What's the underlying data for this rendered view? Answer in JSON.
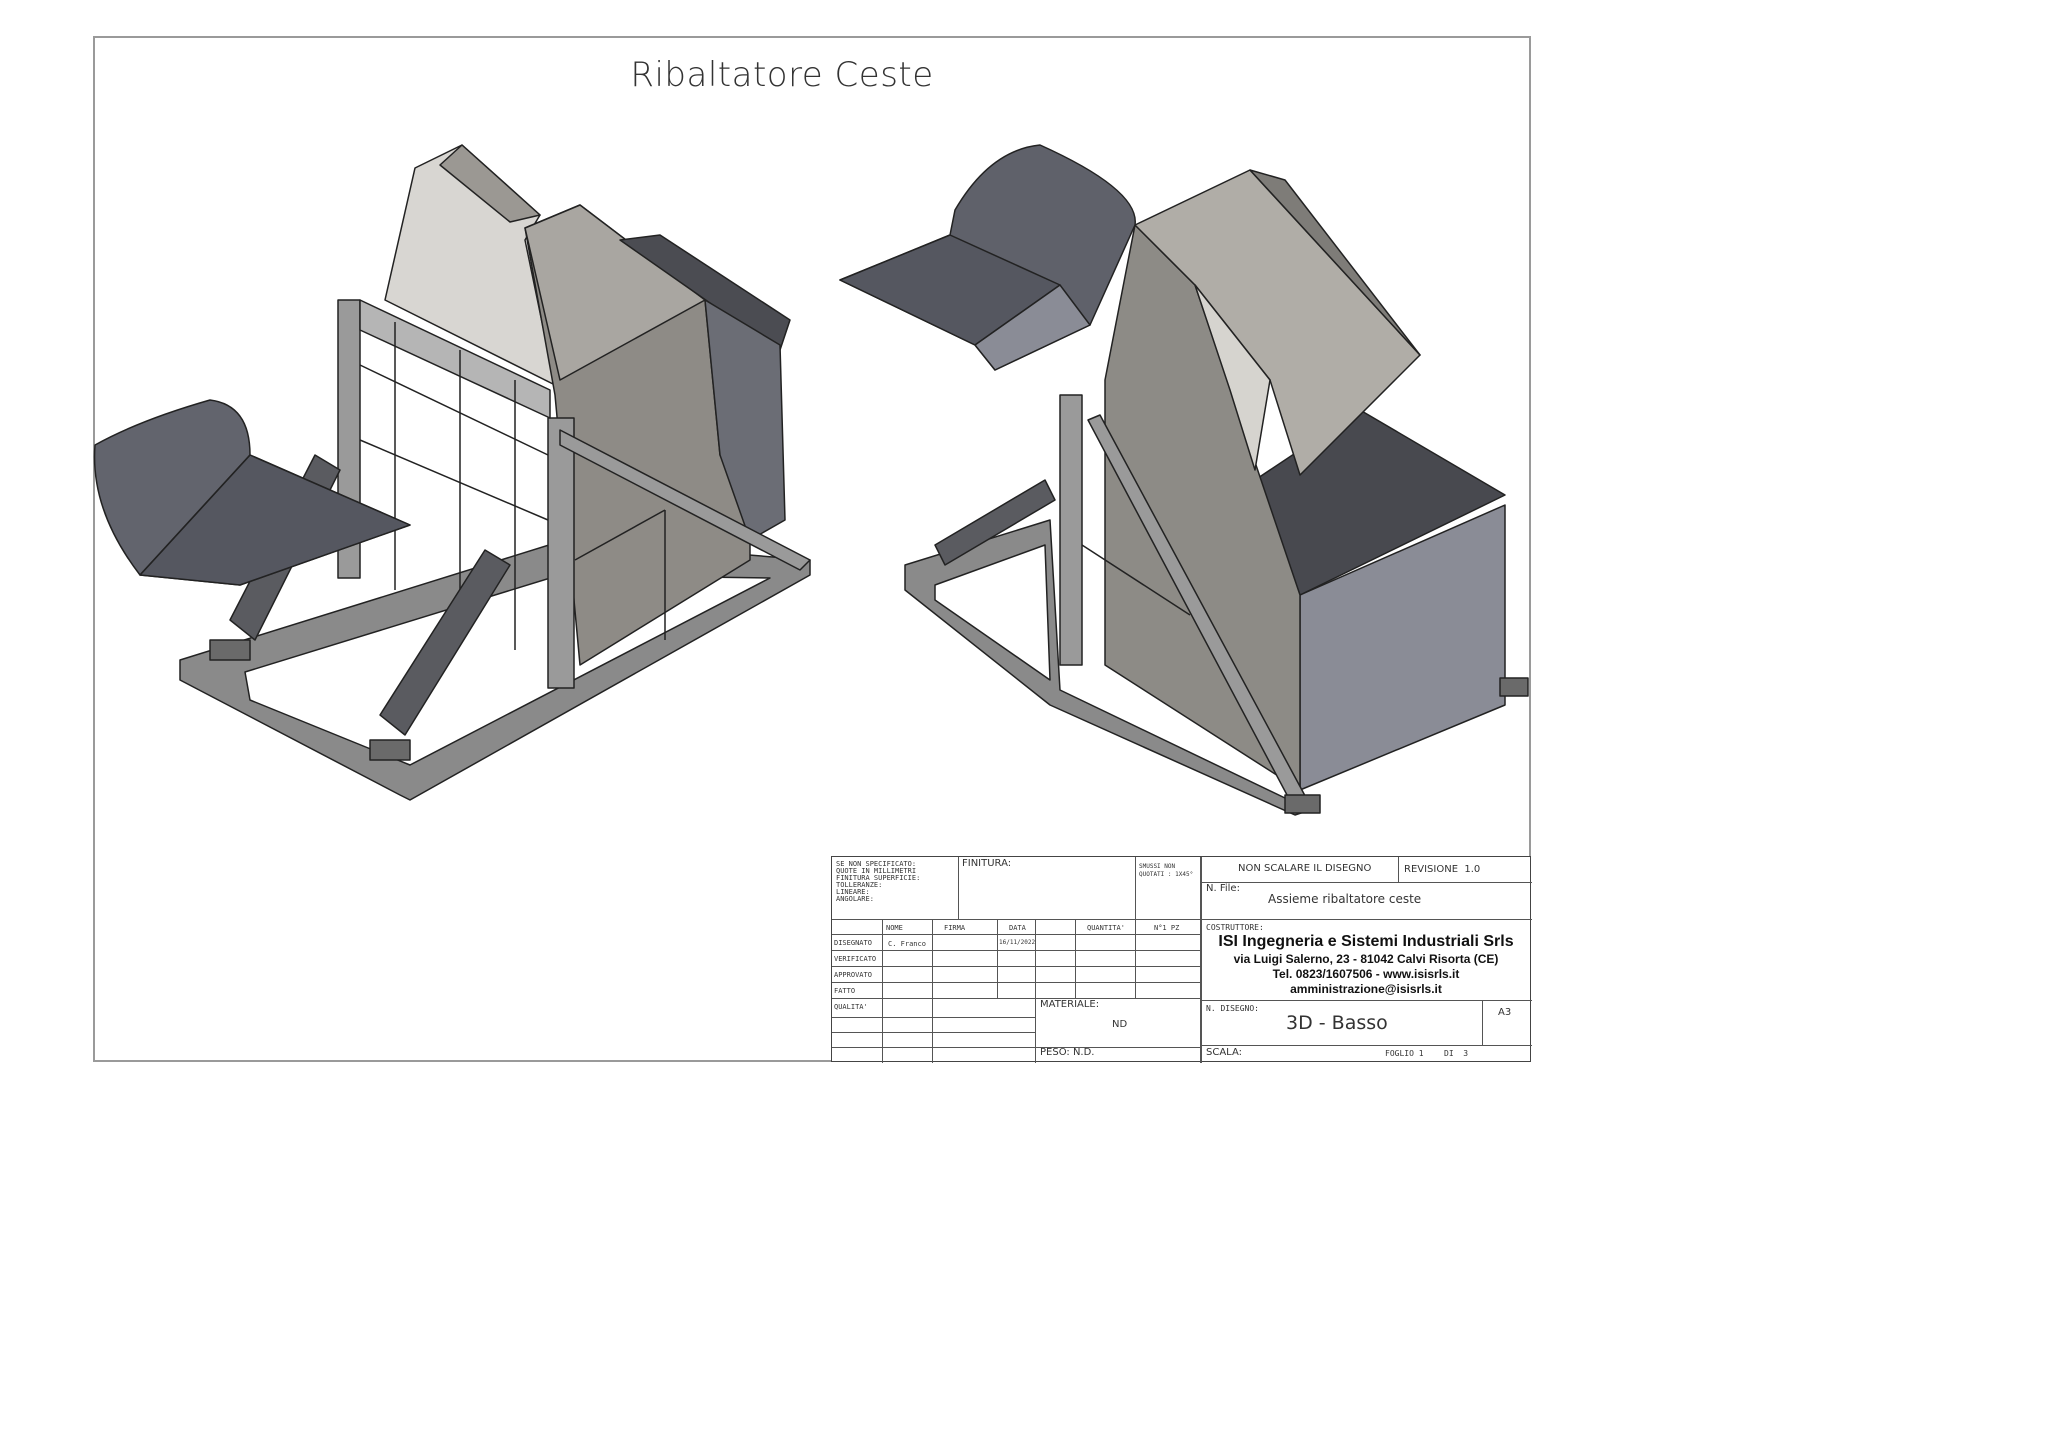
{
  "title": "Ribaltatore Ceste",
  "title_block": {
    "tolerances": {
      "line1": "SE NON SPECIFICATO:",
      "line2": "QUOTE IN MILLIMETRI",
      "line3": "FINITURA SUPERFICIE:",
      "line4": "TOLLERANZE:",
      "line5": "LINEARE:",
      "line6": "ANGOLARE:"
    },
    "finish_label": "FINITURA:",
    "edges_label_1": "SMUSSI NON",
    "edges_label_2": "QUOTATI : 1X45°",
    "do_not_scale": "NON SCALARE IL DISEGNO",
    "revision": "REVISIONE  1.0",
    "file_label": "N. File:",
    "file_name": "Assieme ribaltatore ceste",
    "builder_label": "COSTRUTTORE:",
    "company": "ISI Ingegneria e Sistemi Industriali Srls",
    "address": "via Luigi Salerno, 23 - 81042 Calvi Risorta (CE)",
    "contacts": "Tel. 0823/1607506 - www.isisrls.it",
    "email": "amministrazione@isisrls.it",
    "headers": {
      "name": "NOME",
      "signature": "FIRMA",
      "date": "DATA",
      "quantity": "QUANTITA'",
      "pieces": "N°1 PZ"
    },
    "rows": {
      "drawn": "DISEGNATO",
      "drawn_name": "C. Franco",
      "drawn_date": "16/11/2022",
      "checked": "VERIFICATO",
      "approved": "APPROVATO",
      "made": "FATTO",
      "quality": "QUALITA'"
    },
    "material_label": "MATERIALE:",
    "material_value": "ND",
    "weight": "PESO: N.D.",
    "drawing_no_label": "N. DISEGNO:",
    "drawing_no": "3D - Basso",
    "format": "A3",
    "scale": "SCALA:",
    "sheet": "FOGLIO 1",
    "of": "DI  3"
  }
}
